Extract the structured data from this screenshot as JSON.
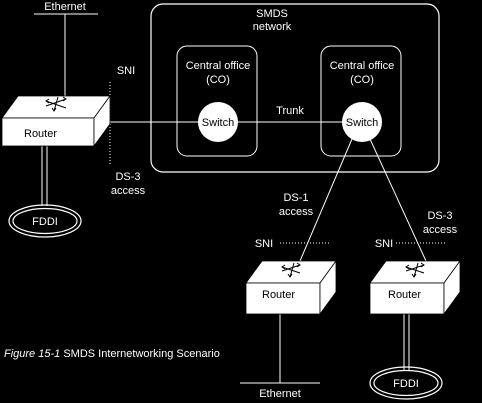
{
  "labels": {
    "ethernet_top": "Ethernet",
    "smds_line1": "SMDS",
    "smds_line2": "network",
    "co_left_line1": "Central office",
    "co_left_line2": "(CO)",
    "co_right_line1": "Central office",
    "co_right_line2": "(CO)",
    "switch_left": "Switch",
    "switch_right": "Switch",
    "trunk": "Trunk",
    "sni_left": "SNI",
    "router_left": "Router",
    "ds3_left_line1": "DS-3",
    "ds3_left_line2": "access",
    "fddi_left": "FDDI",
    "ds1_line1": "DS-1",
    "ds1_line2": "access",
    "ds3_right_line1": "DS-3",
    "ds3_right_line2": "access",
    "sni_bottom_left": "SNI",
    "sni_bottom_right": "SNI",
    "router_bottom_left": "Router",
    "router_bottom_right": "Router",
    "ethernet_bottom": "Ethernet",
    "fddi_right": "FDDI",
    "caption_prefix": "Figure 15-1",
    "caption_text": " SMDS Internetworking Scenario"
  },
  "colors": {
    "background": "#000000",
    "foreground": "#ffffff"
  }
}
